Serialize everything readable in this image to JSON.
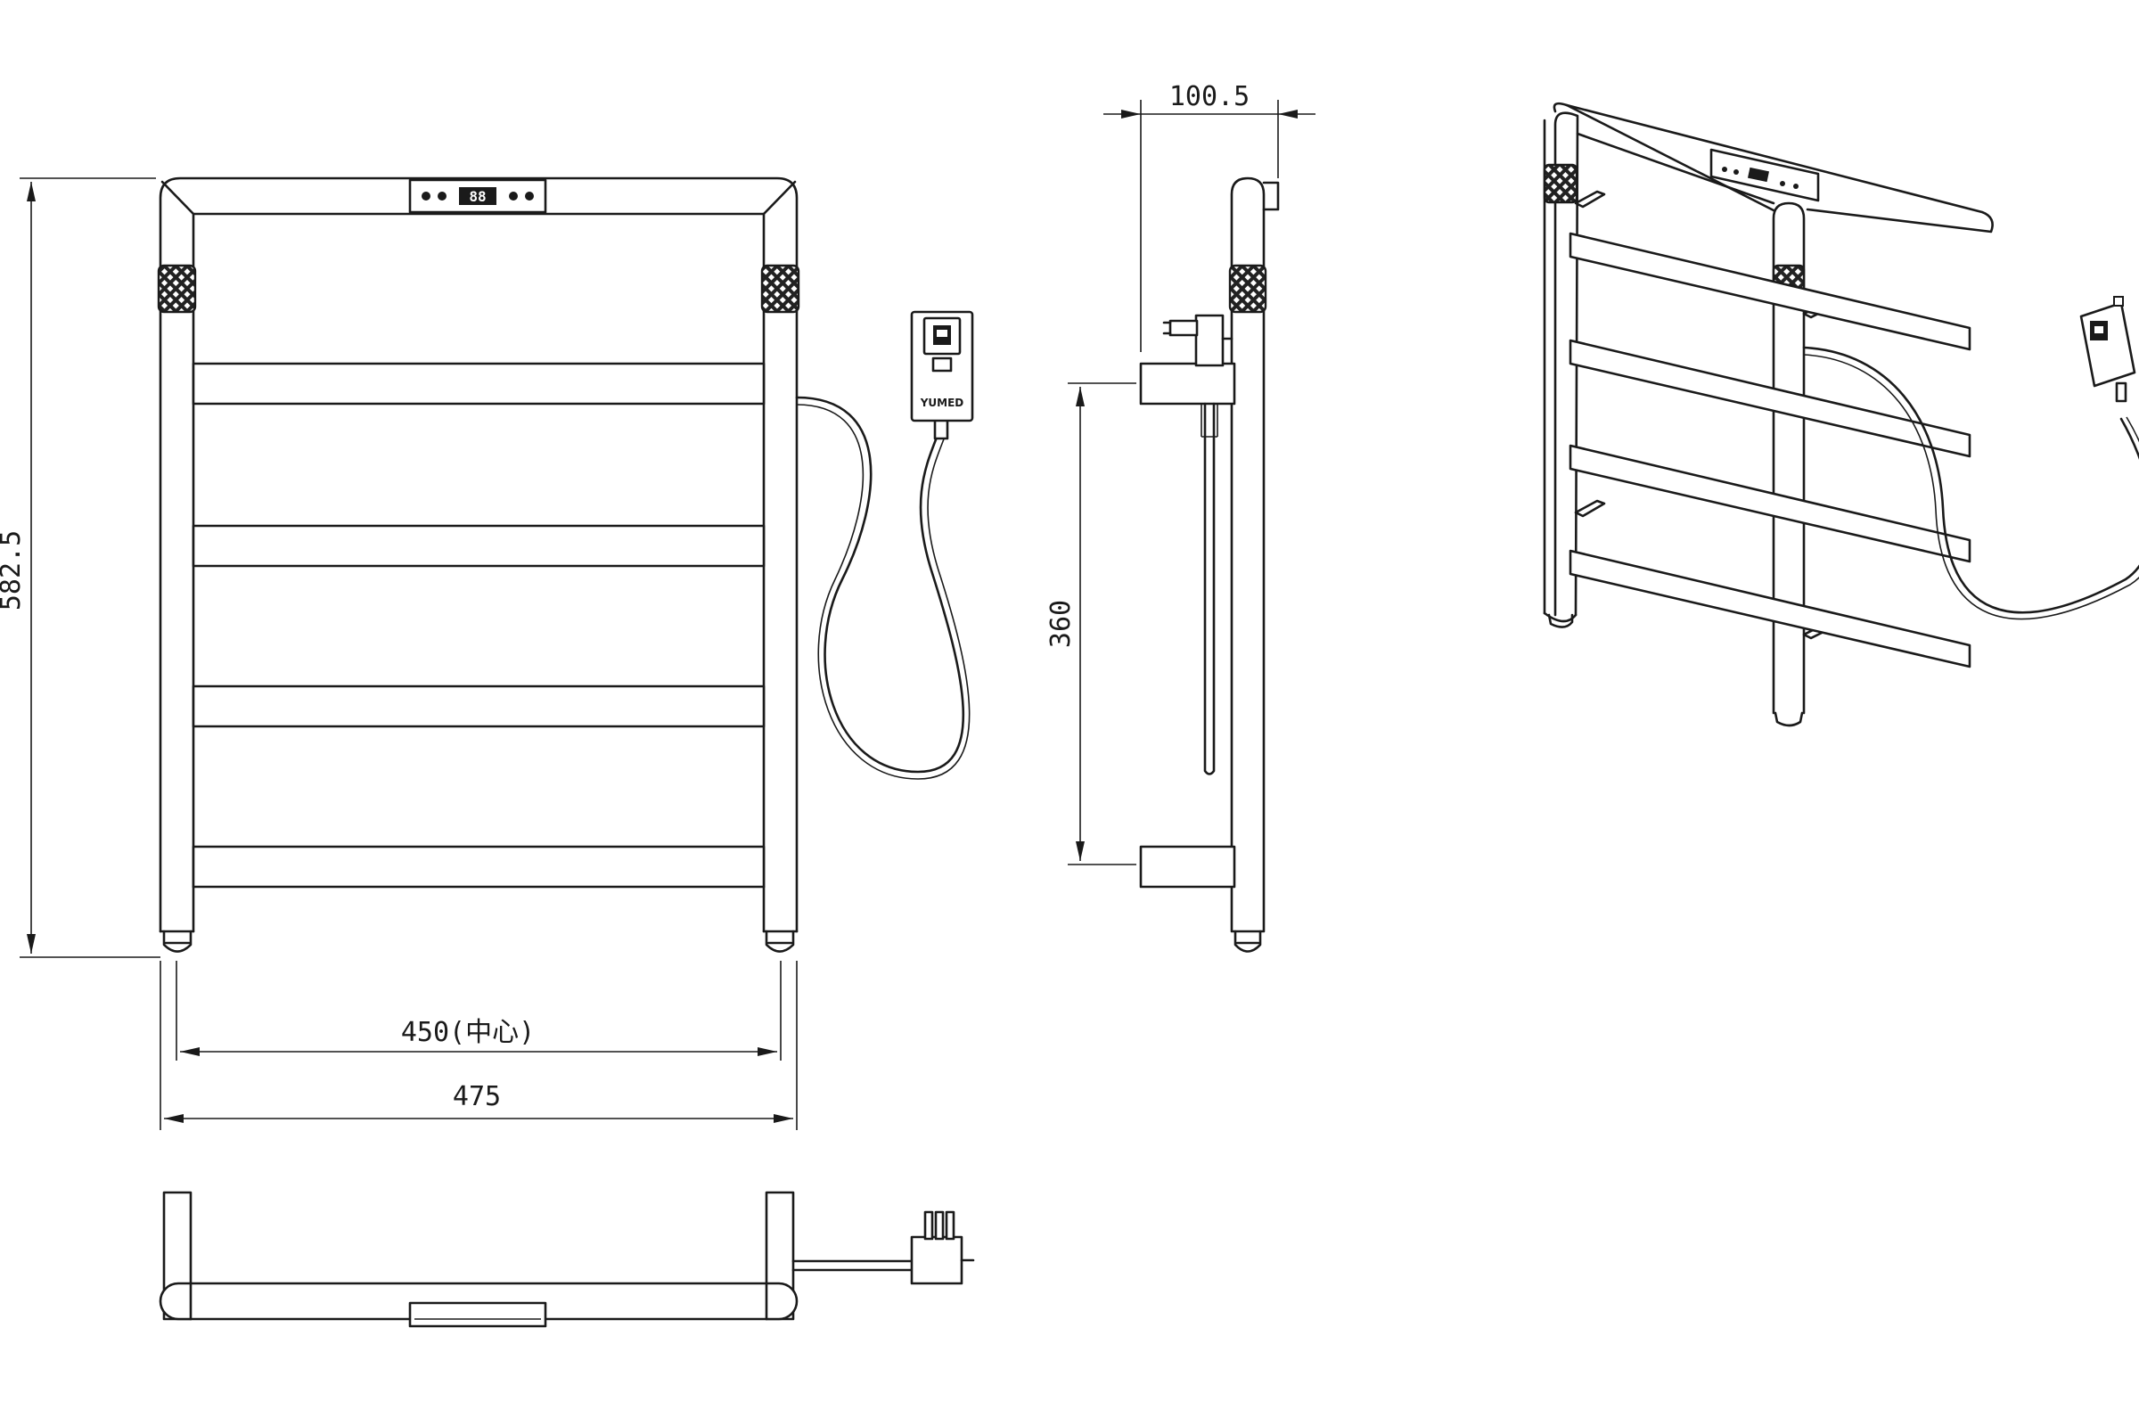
{
  "dimensions": {
    "total_height": "582.5",
    "center_distance": "450(中心)",
    "total_width": "475",
    "wall_offset": "100.5",
    "bracket_spacing": "360"
  },
  "labels": {
    "control_display": "88",
    "plug_brand": "YUMED"
  },
  "views": [
    "front-view",
    "side-view",
    "top-view",
    "isometric-view"
  ]
}
